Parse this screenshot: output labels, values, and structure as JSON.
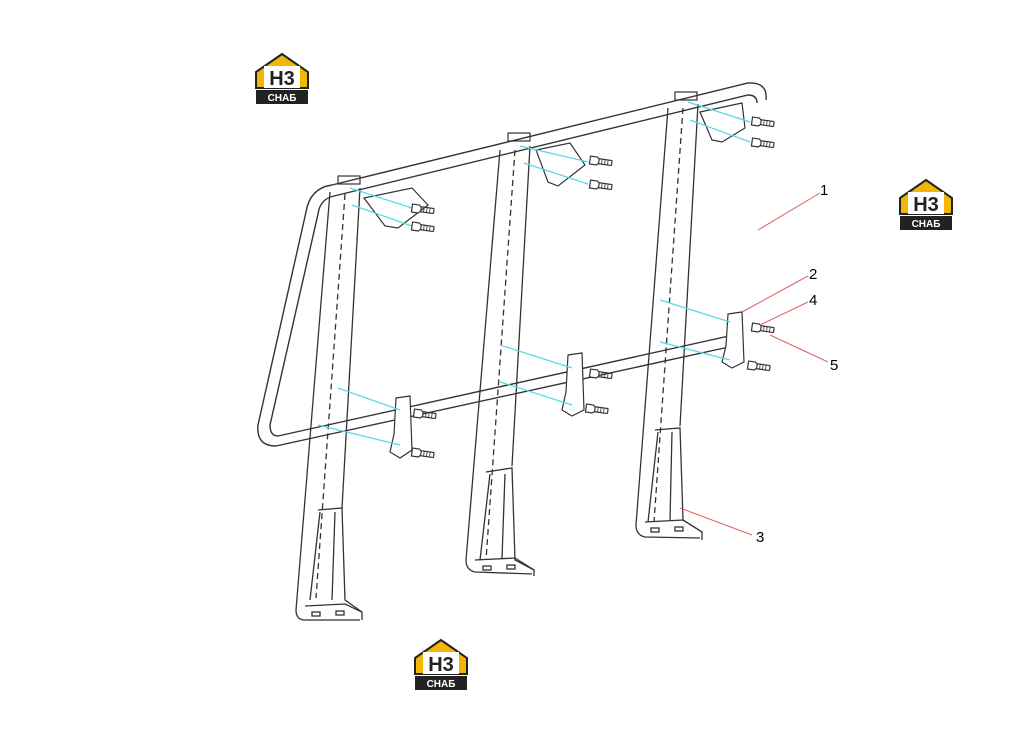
{
  "logo": {
    "top_text": "H3",
    "bottom_text": "СНАБ",
    "roof_color": "#f2b705",
    "dark_color": "#222222"
  },
  "callouts": [
    {
      "label": "1"
    },
    {
      "label": "2"
    },
    {
      "label": "4"
    },
    {
      "label": "5"
    },
    {
      "label": "3"
    }
  ],
  "colors": {
    "line": "#333333",
    "leader": "#e06060",
    "axis": "#55d8e8"
  }
}
